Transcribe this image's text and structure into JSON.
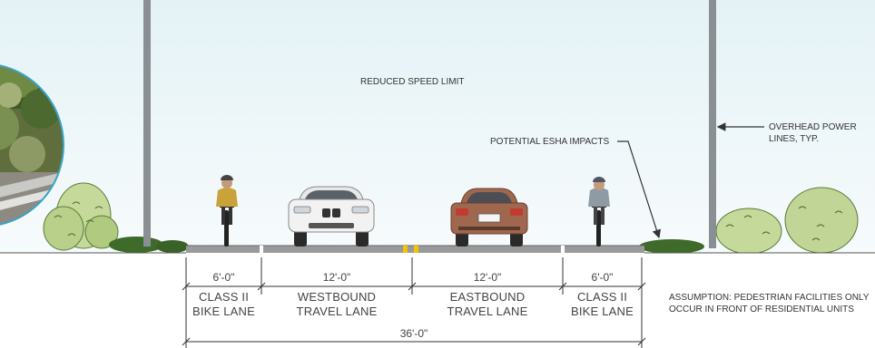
{
  "annotations": {
    "speed": "REDUCED SPEED LIMIT",
    "esha": "POTENTIAL ESHA IMPACTS",
    "power_line1": "OVERHEAD POWER",
    "power_line2": "LINES, TYP.",
    "assumption_line1": "ASSUMPTION: PEDESTRIAN FACILITIES ONLY",
    "assumption_line2": "OCCUR IN FRONT OF RESIDENTIAL UNITS"
  },
  "lanes": [
    {
      "width": "6'-0\"",
      "line1": "CLASS II",
      "line2": "BIKE LANE"
    },
    {
      "width": "12'-0\"",
      "line1": "WESTBOUND",
      "line2": "TRAVEL LANE"
    },
    {
      "width": "12'-0\"",
      "line1": "EASTBOUND",
      "line2": "TRAVEL LANE"
    },
    {
      "width": "6'-0\"",
      "line1": "CLASS II",
      "line2": "BIKE LANE"
    }
  ],
  "total_width": "36'-0\"",
  "colors": {
    "sky_top": "#e6f3f7",
    "sky_bottom": "#f6fbfc",
    "road": "#9a9a9a",
    "center_line": "#f2c400",
    "circle_border": "#3aa3c7",
    "shrub": "#b5cf8a",
    "shrub_dark": "#3e6a2a",
    "pole": "#8a8f93",
    "car_white": "#f2f2f2",
    "car_brown": "#a0674f"
  }
}
